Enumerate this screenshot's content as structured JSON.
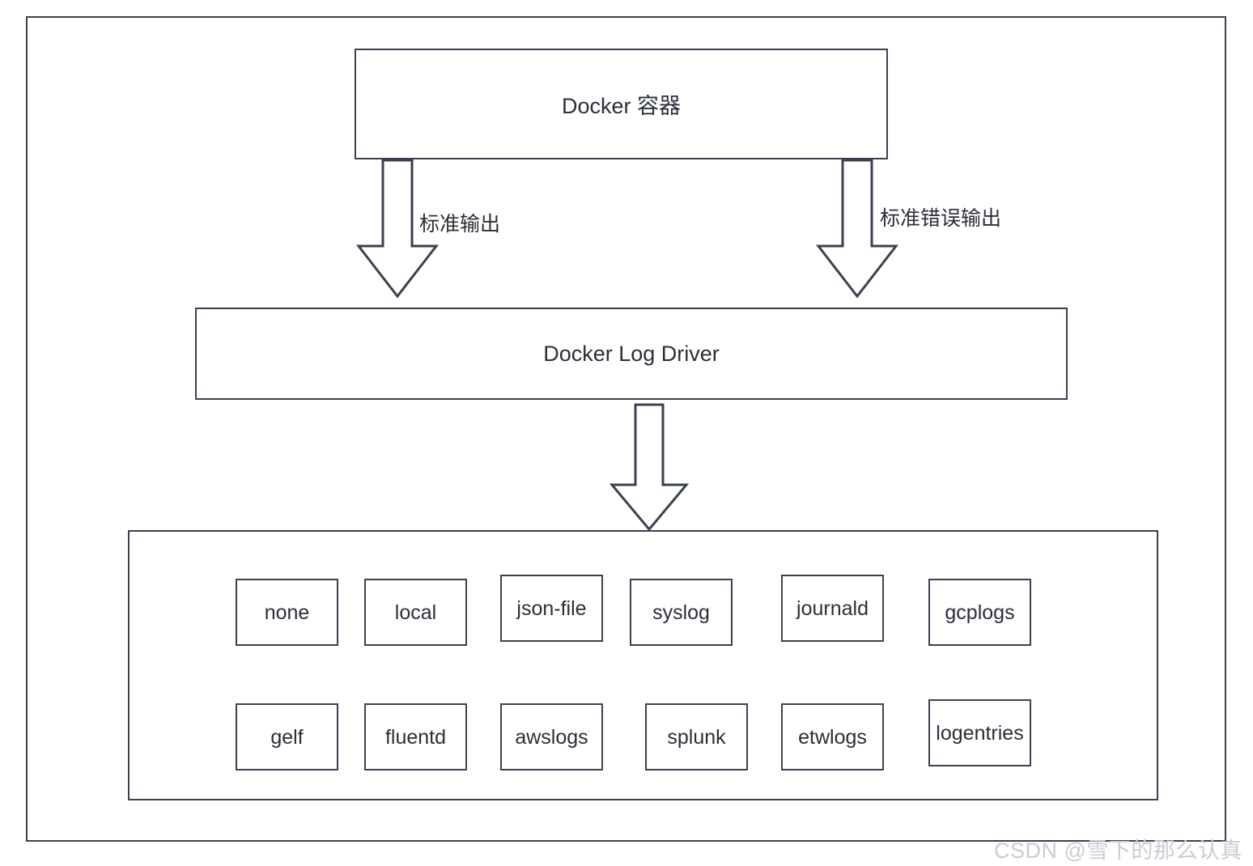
{
  "diagram": {
    "title_box": {
      "label": "Docker 容器"
    },
    "driver_box": {
      "label": "Docker Log Driver"
    },
    "arrows": {
      "stdout_label": "标准输出",
      "stderr_label": "标准错误输出",
      "down_arrow_name": "down-arrow-icon"
    },
    "drivers": {
      "row1": [
        {
          "label": "none"
        },
        {
          "label": "local"
        },
        {
          "label": "json-file"
        },
        {
          "label": "syslog"
        },
        {
          "label": "journald"
        },
        {
          "label": "gcplogs"
        }
      ],
      "row2": [
        {
          "label": "gelf"
        },
        {
          "label": "fluentd"
        },
        {
          "label": "awslogs"
        },
        {
          "label": "splunk"
        },
        {
          "label": "etwlogs"
        },
        {
          "label": "logentries"
        }
      ]
    },
    "watermark": "CSDN @雪下的那么认真",
    "colors": {
      "stroke": "#3b4150",
      "text": "#2b2f38",
      "background": "#ffffff",
      "watermark": "#c8ccd4"
    }
  }
}
